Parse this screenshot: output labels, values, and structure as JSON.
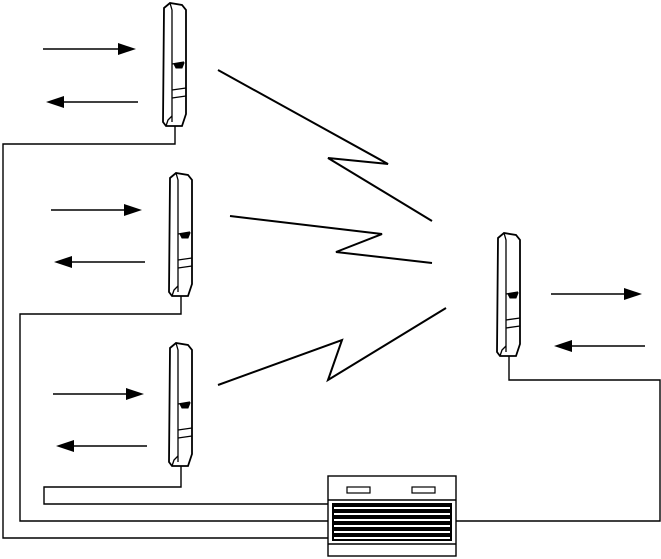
{
  "diagram": {
    "type": "wireless-bridge-network",
    "remote_antennas": [
      "antenna-top-left",
      "antenna-middle-left",
      "antenna-bottom-left"
    ],
    "hub_antenna": "antenna-right",
    "links": [
      "wireless-link-top",
      "wireless-link-middle",
      "wireless-link-bottom"
    ],
    "switch": "network-switch",
    "stroke_color": "#000000",
    "background_color": "#ffffff"
  }
}
